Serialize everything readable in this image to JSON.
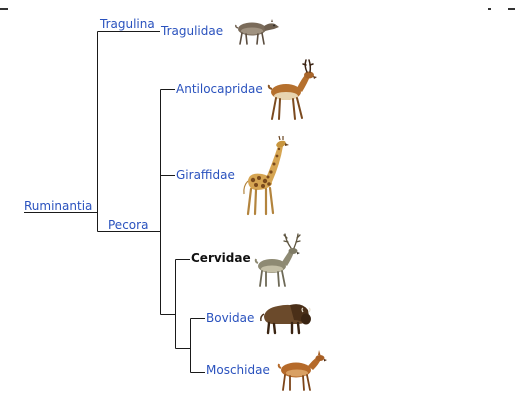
{
  "taxa": {
    "root": "Ruminantia",
    "tragulina": "Tragulina",
    "tragulidae": "Tragulidae",
    "pecora": "Pecora",
    "antilocapridae": "Antilocapridae",
    "giraffidae": "Giraffidae",
    "cervidae": "Cervidae",
    "bovidae": "Bovidae",
    "moschidae": "Moschidae"
  },
  "icons": {
    "tragulidae": "chevrotain-icon",
    "antilocapridae": "pronghorn-icon",
    "giraffidae": "giraffe-icon",
    "cervidae": "deer-icon",
    "bovidae": "bison-icon",
    "moschidae": "musk-deer-icon"
  },
  "colors": {
    "link": "#2a52be",
    "current": "#111111",
    "line": "#1a1a1a"
  }
}
